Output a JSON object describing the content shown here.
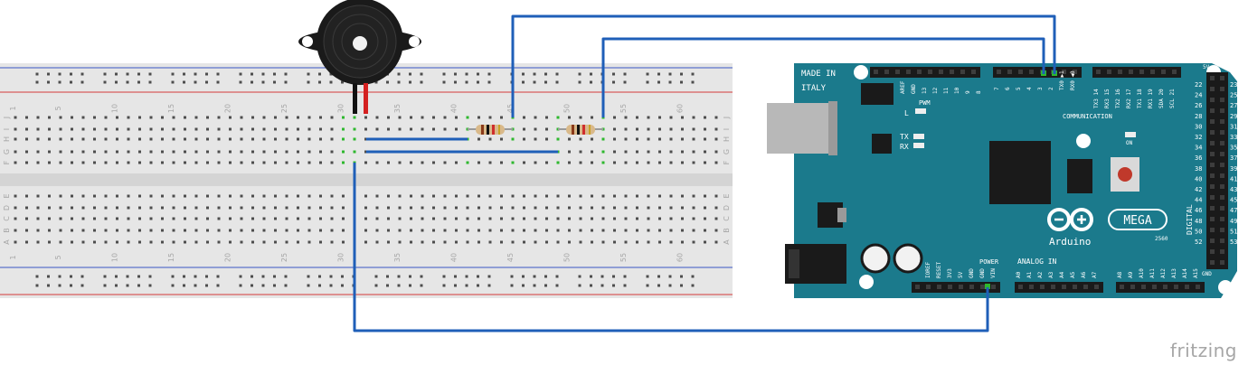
{
  "breadboard": {
    "column_numbers": [
      "1",
      "5",
      "10",
      "15",
      "20",
      "25",
      "30",
      "35",
      "40",
      "45",
      "50",
      "55",
      "60"
    ],
    "row_letters_top": [
      "J",
      "I",
      "H",
      "G",
      "F"
    ],
    "row_letters_bottom": [
      "E",
      "D",
      "C",
      "B",
      "A"
    ]
  },
  "arduino": {
    "made_in": "MADE IN",
    "italy": "ITALY",
    "brand": "Arduino",
    "model": "MEGA",
    "model_number": "2560",
    "pwm_label": "PWM",
    "l_label": "L",
    "tx_label": "TX",
    "rx_label": "RX",
    "on_label": "ON",
    "communication_label": "COMMUNICATION",
    "power_label": "POWER",
    "analog_in_label": "ANALOG IN",
    "digital_label": "DIGITAL",
    "five_v_label": "5V",
    "gnd_label": "GND",
    "top_header_left": [
      "AREF",
      "GND",
      "13",
      "12",
      "11",
      "10",
      "9",
      "8"
    ],
    "top_header_mid": [
      "7",
      "6",
      "5",
      "4",
      "3",
      "2",
      "TX0 ▶1",
      "RX0 ◀0"
    ],
    "top_header_right": [
      "TX3 14",
      "RX3 15",
      "TX2 16",
      "RX2 17",
      "TX1 18",
      "RX1 19",
      "SDA 20",
      "SCL 21"
    ],
    "power_pins": [
      "IOREF",
      "RESET",
      "3V3",
      "5V",
      "GND",
      "GND",
      "VIN"
    ],
    "analog_pins_a": [
      "A0",
      "A1",
      "A2",
      "A3",
      "A4",
      "A5",
      "A6",
      "A7"
    ],
    "analog_pins_b": [
      "A8",
      "A9",
      "A10",
      "A11",
      "A12",
      "A13",
      "A14",
      "A15"
    ],
    "digital_left": [
      "22",
      "24",
      "26",
      "28",
      "30",
      "32",
      "34",
      "36",
      "38",
      "40",
      "42",
      "44",
      "46",
      "48",
      "50",
      "52"
    ],
    "digital_right": [
      "23",
      "25",
      "27",
      "29",
      "31",
      "33",
      "35",
      "37",
      "39",
      "41",
      "43",
      "45",
      "47",
      "49",
      "51",
      "53"
    ]
  },
  "colors": {
    "wire": "#1f5fb8",
    "board": "#1b7a8c",
    "breadboard": "#e6e6e6",
    "rail_red": "#d43b3b",
    "rail_blue": "#3a57c4",
    "active_hole": "#2eb82e"
  },
  "watermark": "fritzing"
}
